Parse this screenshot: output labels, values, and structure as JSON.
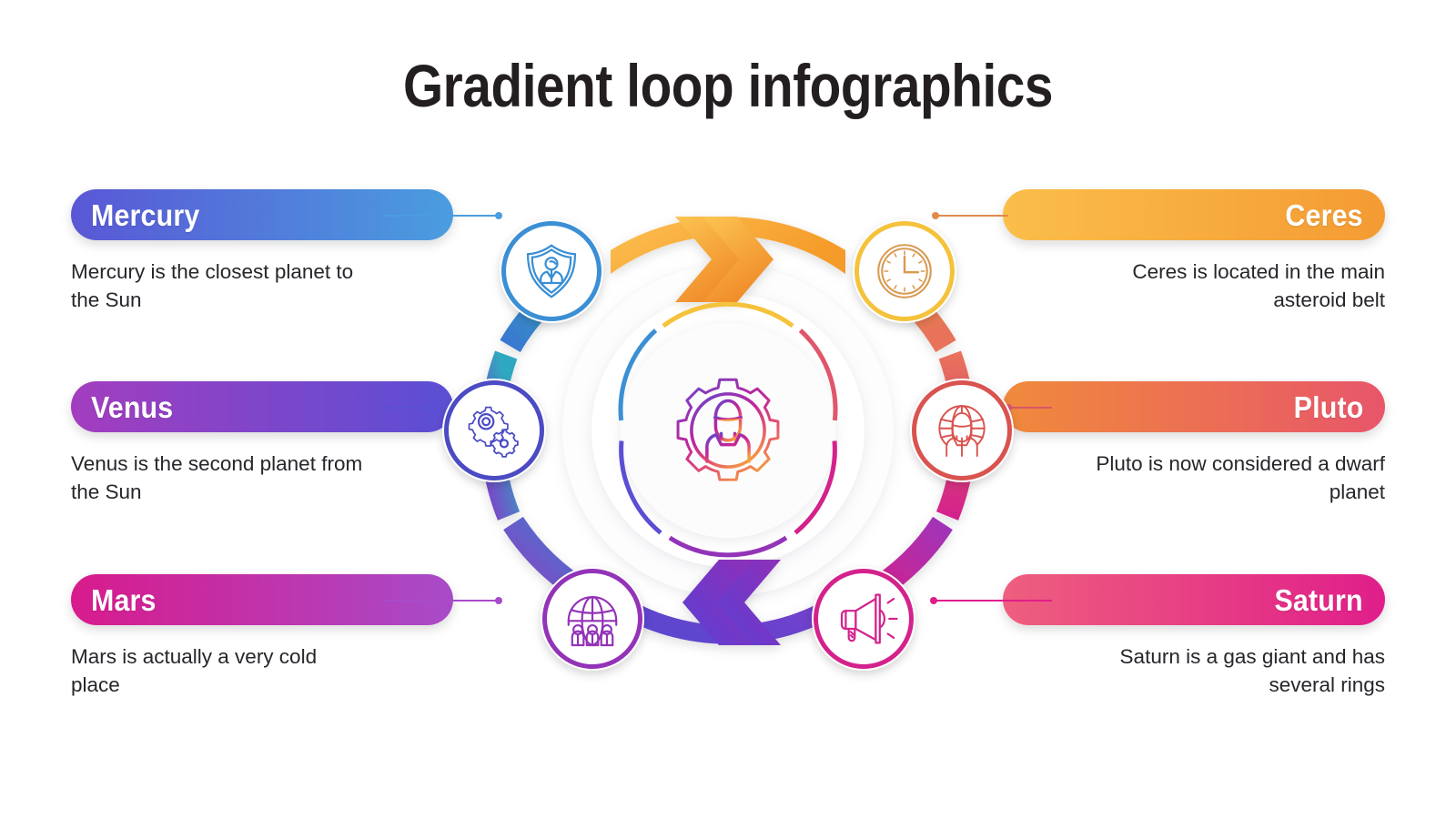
{
  "title": "Gradient loop infographics",
  "background": "#ffffff",
  "text_color": "#26262b",
  "items": {
    "mercury": {
      "label": "Mercury",
      "description": "Mercury is the closest planet to the Sun",
      "pill_from": "#5a57d6",
      "pill_to": "#4a9ddf",
      "connector_color": "#4a9ddf",
      "icon": "shield-person-icon",
      "node_color": "#3b8fd4"
    },
    "venus": {
      "label": "Venus",
      "description": "Venus is the second planet from the Sun",
      "pill_from": "#a33dbf",
      "pill_to": "#5a4fd4",
      "connector_color": "#5a4fd4",
      "icon": "gears-icon",
      "node_color": "#4b4bc4"
    },
    "mars": {
      "label": "Mars",
      "description": "Mars is actually a very cold place",
      "pill_from": "#d81b8c",
      "pill_to": "#a84bc9",
      "connector_color": "#a84bc9",
      "icon": "globe-people-icon",
      "node_color": "#9333b8"
    },
    "ceres": {
      "label": "Ceres",
      "description": "Ceres is located in the main asteroid belt",
      "pill_from": "#fbbe4a",
      "pill_to": "#f49b33",
      "connector_color": "#e08a4a",
      "icon": "clock-icon",
      "node_color": "#f5c23c"
    },
    "pluto": {
      "label": "Pluto",
      "description": "Pluto is now considered a dwarf planet",
      "pill_from": "#f08a3c",
      "pill_to": "#e8566a",
      "connector_color": "#d9566a",
      "icon": "globe-avatar-icon",
      "node_color": "#d9534f"
    },
    "saturn": {
      "label": "Saturn",
      "description": "Saturn is a gas giant and has several rings",
      "pill_from": "#ee5f7e",
      "pill_to": "#e01e8a",
      "connector_color": "#e01e8a",
      "icon": "megaphone-icon",
      "node_color": "#d4228c"
    }
  },
  "diagram": {
    "center_icon": "gear-person-icon",
    "top_arrow": "chevron-right-arrow",
    "bottom_arrow": "chevron-left-arrow",
    "top_arrow_color": "#f7a933",
    "bottom_arrow_color": "#6b3fc9",
    "outer_ring_colors": [
      "#2fb5b5",
      "#3b7fd4",
      "#8f3fc0",
      "#d4228c",
      "#e8725a",
      "#f5c23c"
    ],
    "inner_ring_colors": [
      "#f5c23c",
      "#e0566a",
      "#d4228c",
      "#9333b8",
      "#5a4fd4",
      "#3b8fd4"
    ]
  }
}
